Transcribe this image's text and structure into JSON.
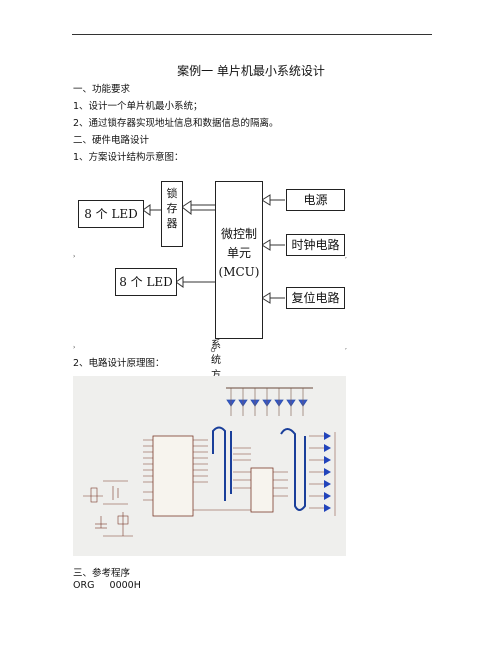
{
  "document": {
    "title": "案例一  单片机最小系统设计",
    "section1": "一、功能要求",
    "req1": "1、设计一个单片机最小系统；",
    "req2": "2、通过锁存器实现地址信息和数据信息的隔离。",
    "section2": "二、硬件电路设计",
    "item1": "1、方案设计结构示意图：",
    "item2": "2、电路设计原理图：",
    "section3": "三、参考程序",
    "code_line": "ORG     0000H"
  },
  "block_diagram": {
    "led_top": "8 个 LED",
    "latch": "锁存器",
    "mcu_line1": "微控制",
    "mcu_line2": "单元",
    "mcu_line3": "(MCU)",
    "power": "电源",
    "clock": "时钟电路",
    "reset": "复位电路",
    "led_bottom": "8 个 LED",
    "caption": "系统方框图"
  }
}
